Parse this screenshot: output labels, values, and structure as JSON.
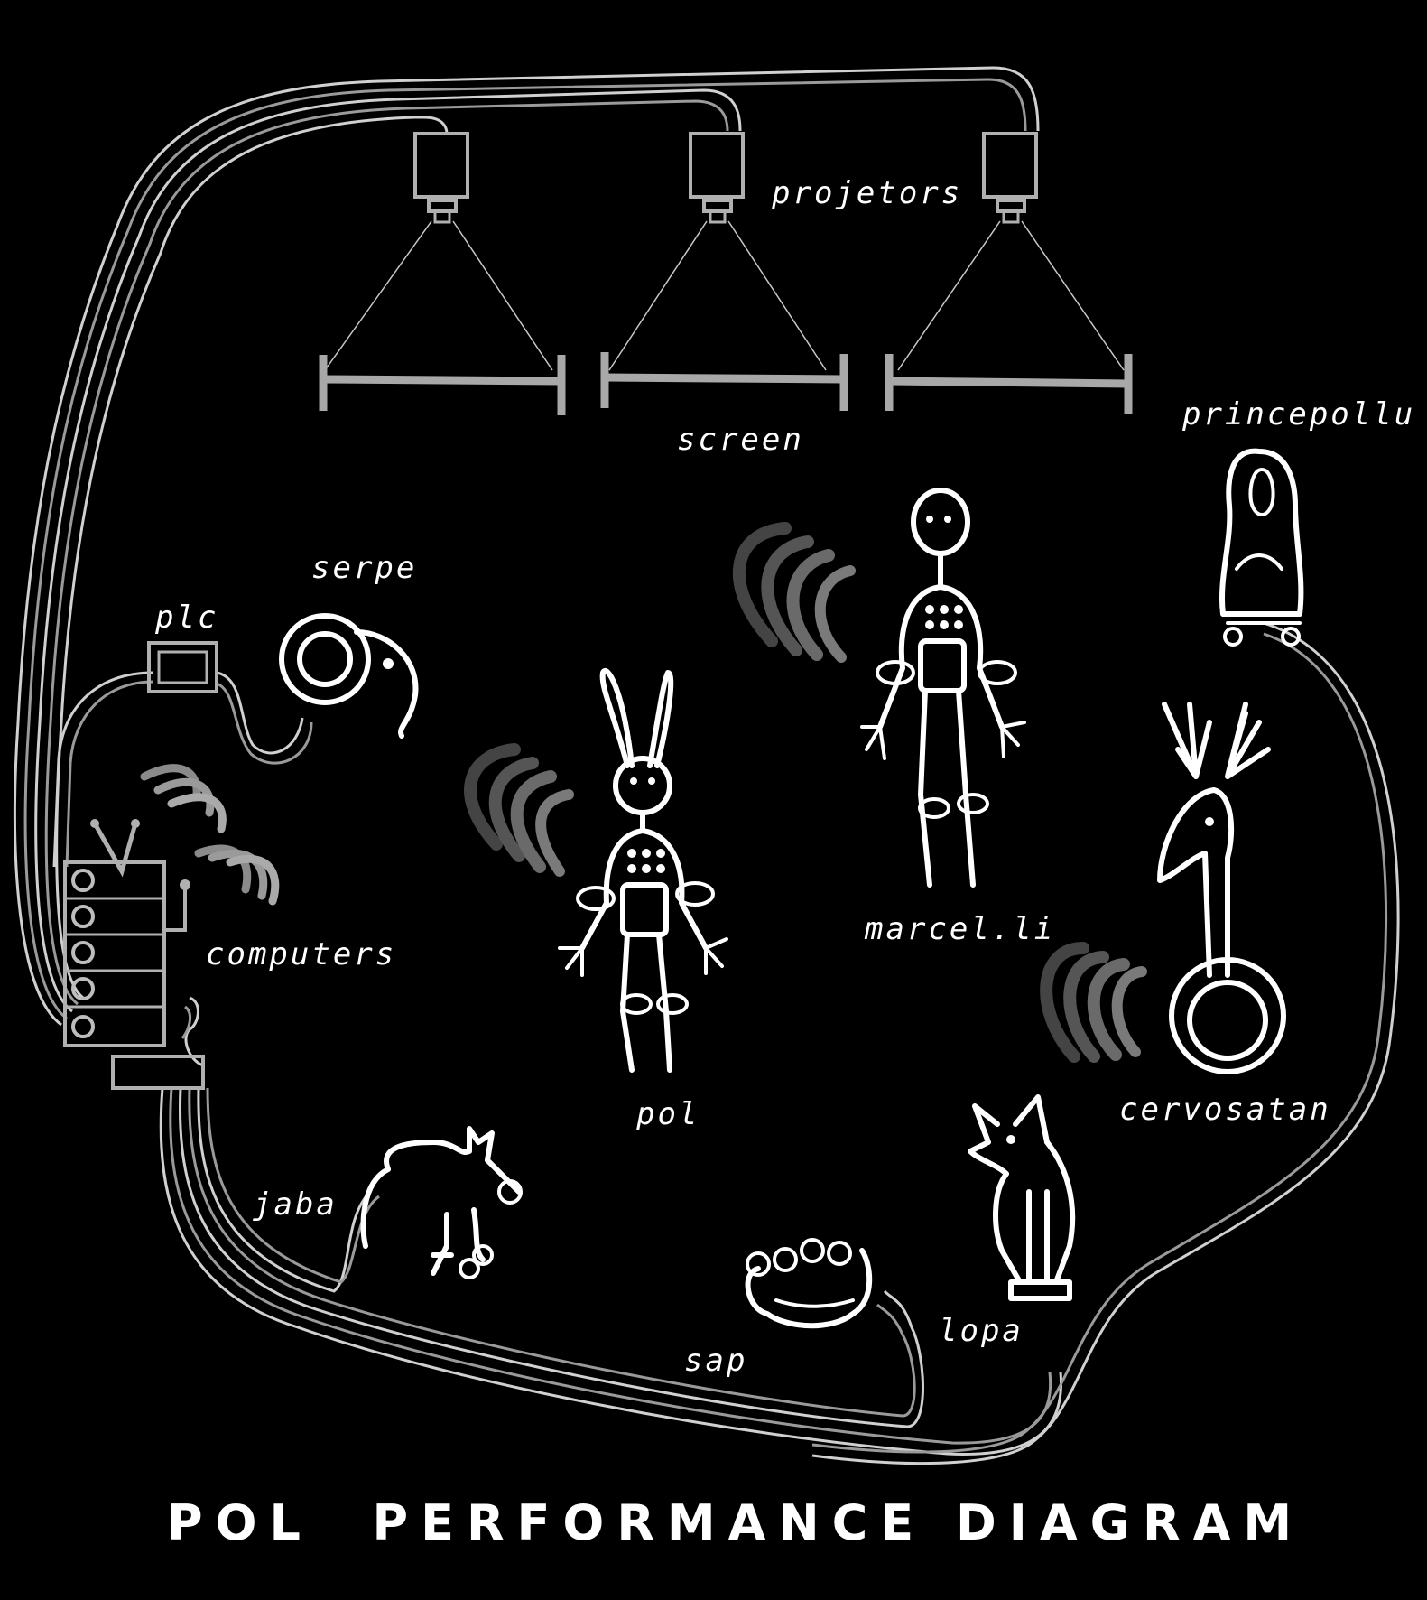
{
  "diagram": {
    "title": "POL  PERFORMANCE DIAGRAM",
    "labels": {
      "projectors": "projetors",
      "screen": "screen",
      "plc": "plc",
      "serpe": "serpe",
      "computers": "computers",
      "pol": "pol",
      "marcelli": "marcel.li",
      "princepollu": "princepollu",
      "cervosatan": "cervosatan",
      "jaba": "jaba",
      "sap": "sap",
      "lopa": "lopa"
    }
  },
  "colors": {
    "background": "#000000",
    "foreground": "#ffffff",
    "equipment": "#b0b0b0",
    "wave_dark": "#555555",
    "wave_light": "#8a8a8a"
  }
}
